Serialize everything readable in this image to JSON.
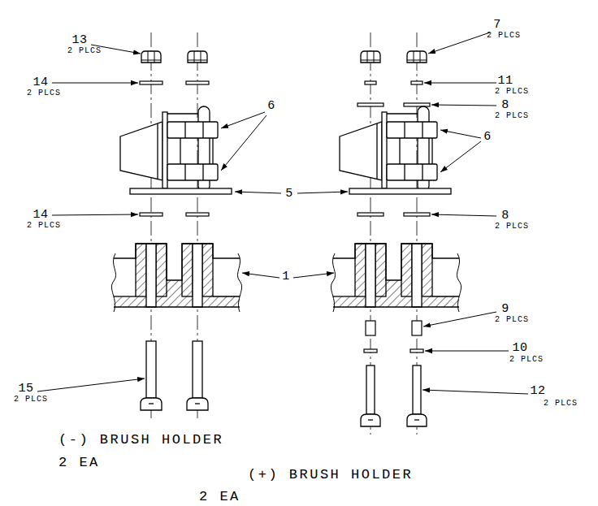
{
  "diagram": {
    "labels": [
      "13",
      "2 PLCS",
      "14",
      "2 PLCS",
      "6",
      "5",
      "14",
      "2 PLCS",
      "1",
      "15",
      "2 PLCS",
      "(-) BRUSH HOLDER",
      "2 EA",
      "7",
      "2 PLCS",
      "11",
      "2 PLCS",
      "8",
      "2 PLCS",
      "6",
      "8",
      "2 PLCS",
      "9",
      "2 PLCS",
      "10",
      "2 PLCS",
      "12",
      "2 PLCS",
      "(+) BRUSH HOLDER",
      "2 EA"
    ]
  }
}
